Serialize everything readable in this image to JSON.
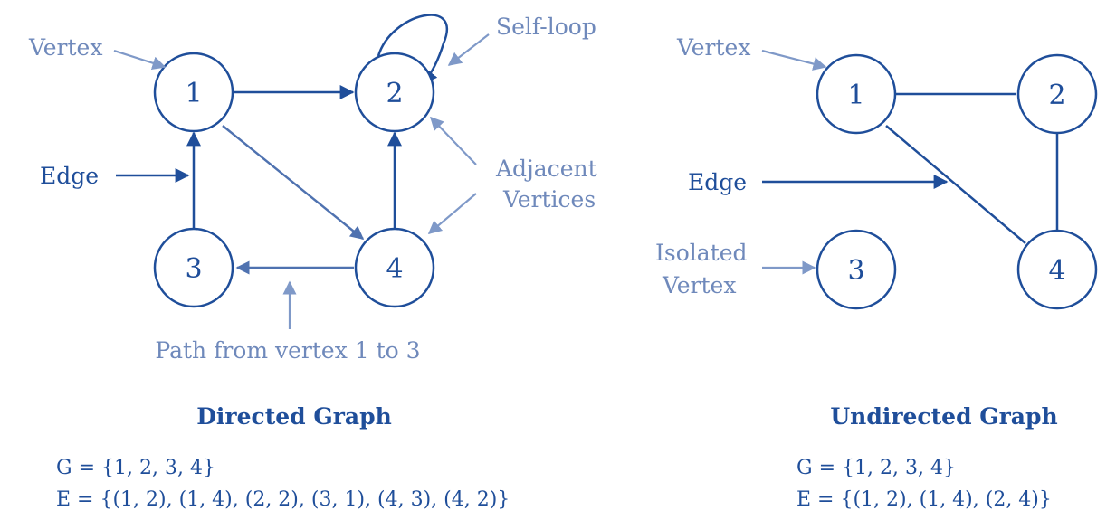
{
  "directed": {
    "vertices": [
      "1",
      "2",
      "3",
      "4"
    ],
    "annotations": {
      "vertex": "Vertex",
      "self_loop": "Self-loop",
      "edge": "Edge",
      "adjacent_line1": "Adjacent",
      "adjacent_line2": "Vertices",
      "path": "Path from vertex 1 to 3"
    },
    "title": "Directed Graph",
    "vertex_set": "G = {1, 2, 3, 4}",
    "edge_set": "E = {(1, 2), (1, 4), (2, 2), (3, 1), (4, 3), (4, 2)}"
  },
  "undirected": {
    "vertices": [
      "1",
      "2",
      "3",
      "4"
    ],
    "annotations": {
      "vertex": "Vertex",
      "edge": "Edge",
      "isolated_line1": "Isolated",
      "isolated_line2": "Vertex"
    },
    "title": "Undirected Graph",
    "vertex_set": "G = {1, 2, 3, 4}",
    "edge_set": "E = {(1, 2), (1, 4), (2, 4)}"
  },
  "colors": {
    "primary": "#1f4e9a",
    "secondary": "#4f72b0",
    "annotation": "#6f89bb"
  }
}
